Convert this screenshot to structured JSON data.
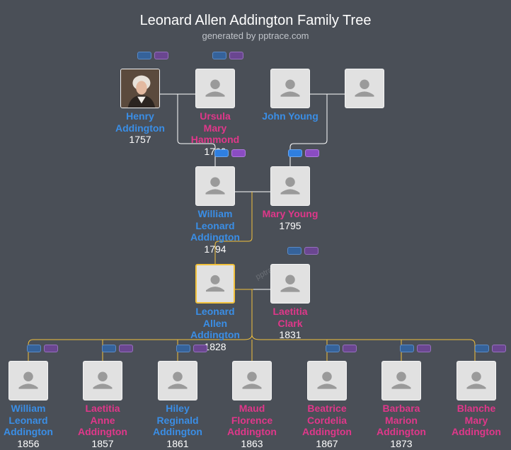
{
  "header": {
    "title": "Leonard Allen Addington Family Tree",
    "subtitle": "generated by pptrace.com"
  },
  "colors": {
    "background": "#4a4f57",
    "male": "#3a8ee6",
    "female": "#e0378a",
    "focus_line": "#f2c13c",
    "line": "#ffffff"
  },
  "people": {
    "henry": {
      "name": "Henry Addington",
      "lines": [
        "Henry",
        "Addington"
      ],
      "year": "1757",
      "gender": "male",
      "photo": true
    },
    "ursula": {
      "name": "Ursula Mary Hammond",
      "lines": [
        "Ursula",
        "Mary",
        "Hammond"
      ],
      "year": "1760",
      "gender": "female"
    },
    "john": {
      "name": "John Young",
      "lines": [
        "John Young"
      ],
      "year": "",
      "gender": "male"
    },
    "john_spouse": {
      "name": "",
      "lines": [],
      "year": "",
      "gender": "female"
    },
    "william": {
      "name": "William Leonard Addington",
      "lines": [
        "William",
        "Leonard",
        "Addington"
      ],
      "year": "1794",
      "gender": "male"
    },
    "mary": {
      "name": "Mary Young",
      "lines": [
        "Mary Young"
      ],
      "year": "1795",
      "gender": "female"
    },
    "leonard": {
      "name": "Leonard Allen Addington",
      "lines": [
        "Leonard",
        "Allen",
        "Addington"
      ],
      "year": "1828",
      "gender": "male",
      "focus": true
    },
    "laetitia_c": {
      "name": "Laetitia Clark",
      "lines": [
        "Laetitia",
        "Clark"
      ],
      "year": "1831",
      "gender": "female"
    },
    "c1": {
      "name": "William Leonard Addington",
      "lines": [
        "William",
        "Leonard",
        "Addington"
      ],
      "year": "1856",
      "gender": "male"
    },
    "c2": {
      "name": "Laetitia Anne Addington",
      "lines": [
        "Laetitia",
        "Anne",
        "Addington"
      ],
      "year": "1857",
      "gender": "female"
    },
    "c3": {
      "name": "Hiley Reginald Addington",
      "lines": [
        "Hiley",
        "Reginald",
        "Addington"
      ],
      "year": "1861",
      "gender": "male"
    },
    "c4": {
      "name": "Maud Florence Addington",
      "lines": [
        "Maud",
        "Florence",
        "Addington"
      ],
      "year": "1863",
      "gender": "female"
    },
    "c5": {
      "name": "Beatrice Cordelia Addington",
      "lines": [
        "Beatrice",
        "Cordelia",
        "Addington"
      ],
      "year": "1867",
      "gender": "female"
    },
    "c6": {
      "name": "Barbara Marion Addington",
      "lines": [
        "Barbara",
        "Marion",
        "Addington"
      ],
      "year": "1873",
      "gender": "female"
    },
    "c7": {
      "name": "Blanche Mary Addington",
      "lines": [
        "Blanche",
        "Mary",
        "Addington"
      ],
      "year": "",
      "gender": "female"
    }
  },
  "toggles": {
    "henry": "parents",
    "ursula": "parents",
    "william": "parents",
    "mary": "parents",
    "laetitia_c": "parents",
    "c1": "children",
    "c2": "children",
    "c3": "children",
    "c5": "children",
    "c6": "children",
    "c7": "children"
  },
  "watermark": "pptrace"
}
